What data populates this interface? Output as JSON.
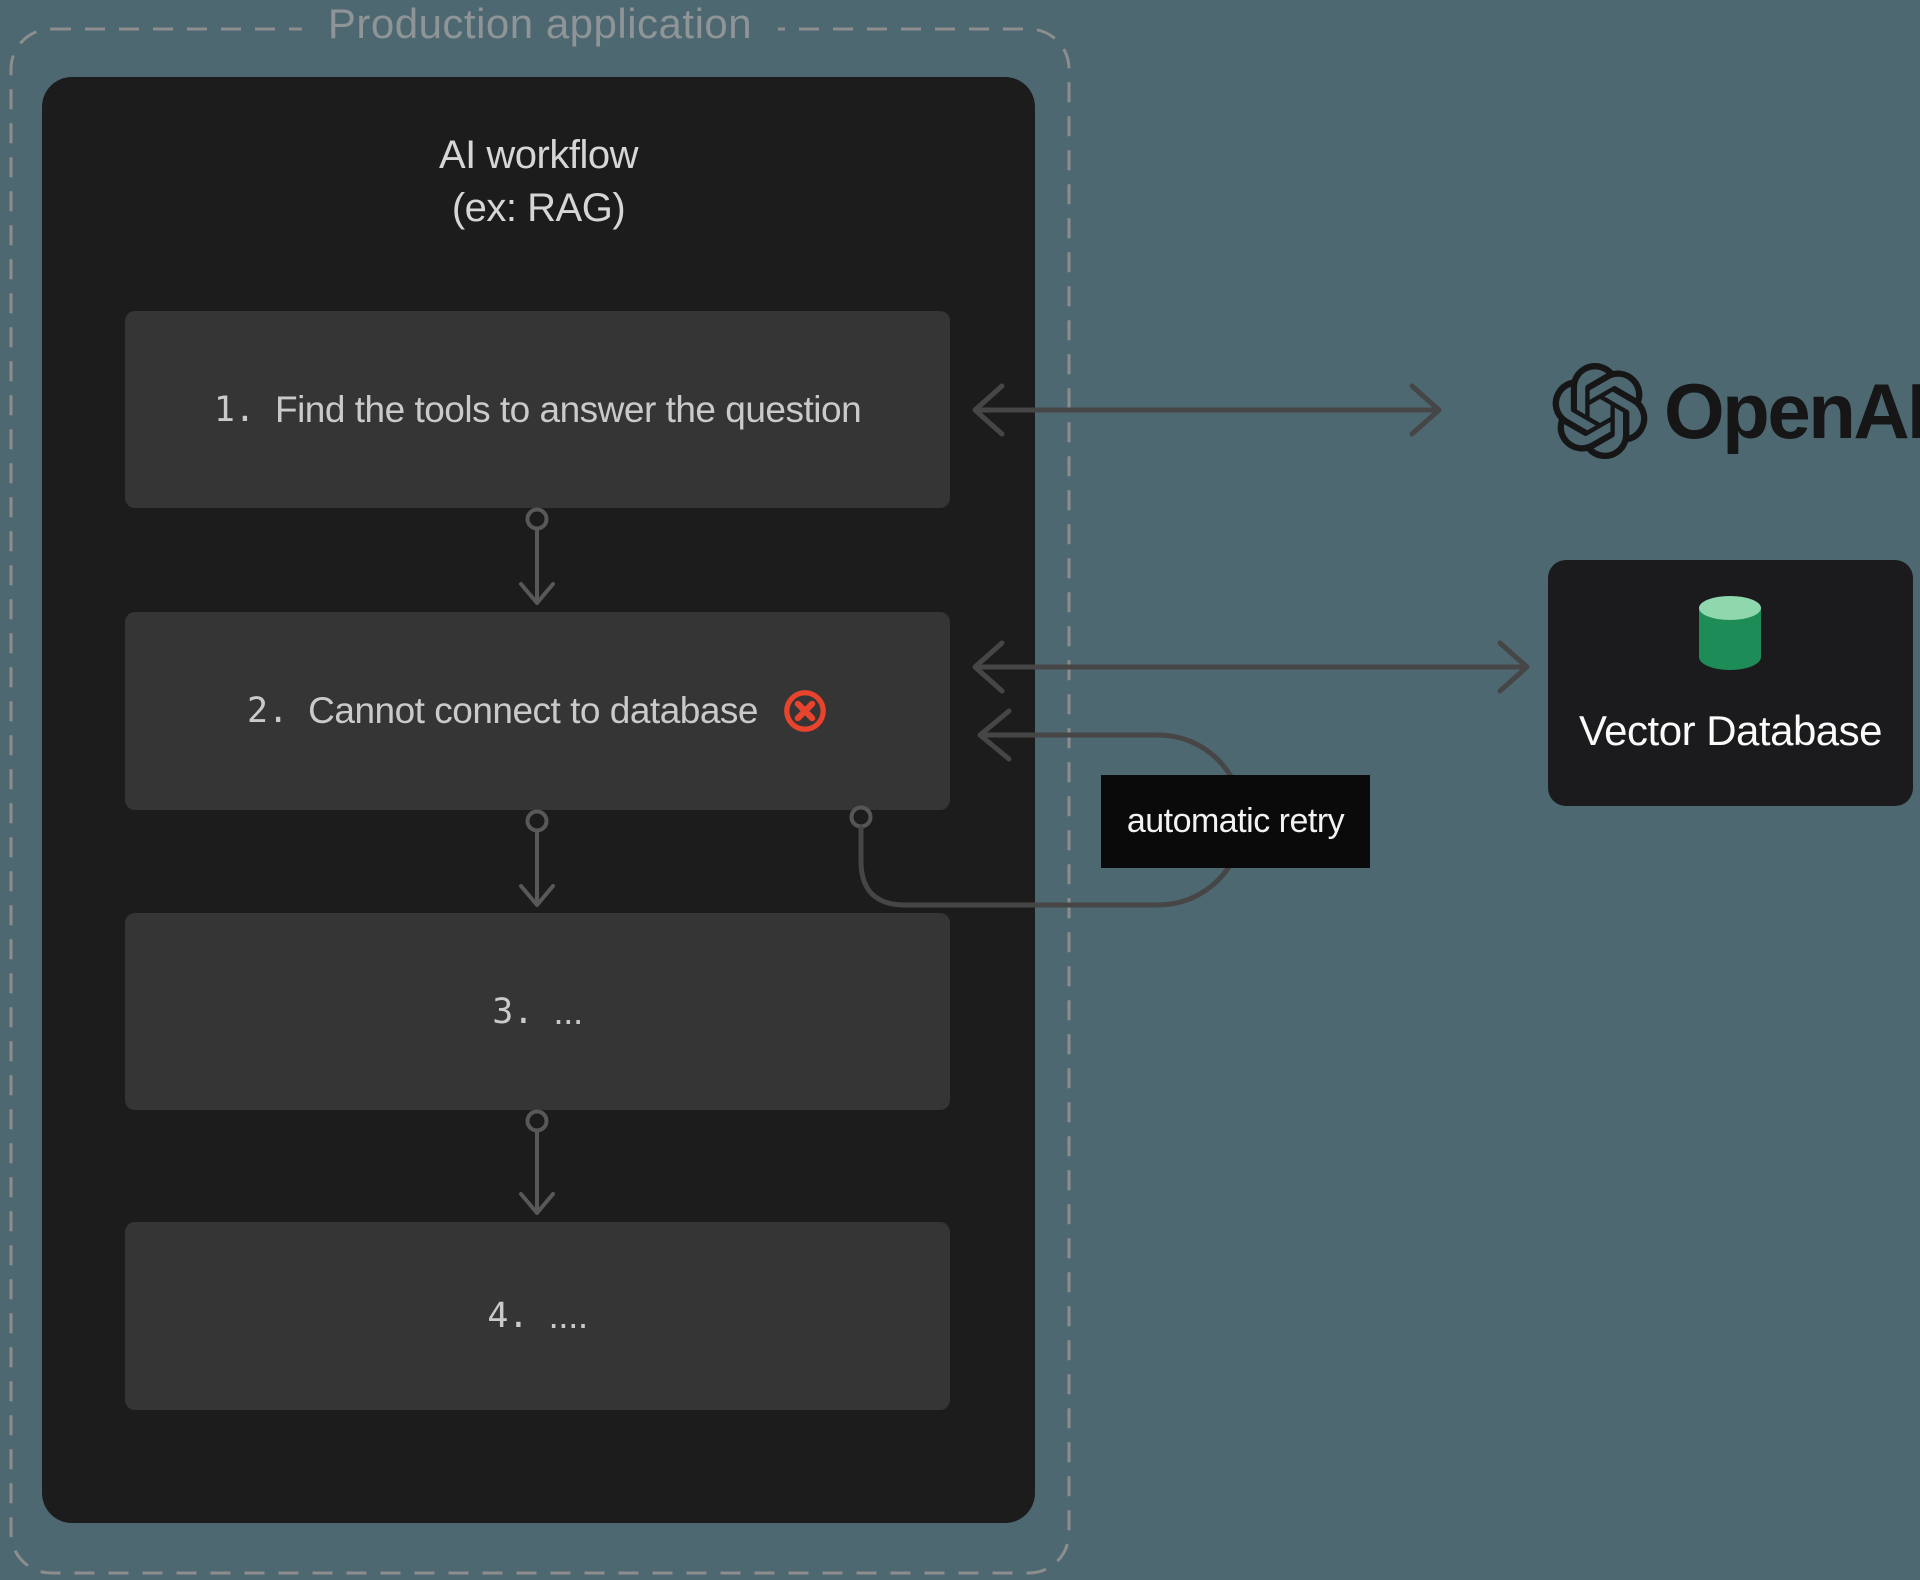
{
  "production_app": {
    "label": "Production application"
  },
  "workflow": {
    "title_line1": "AI workflow",
    "title_line2": "(ex: RAG)",
    "steps": [
      {
        "number": "1.",
        "text": "Find the tools to answer the question",
        "has_error": false
      },
      {
        "number": "2.",
        "text": "Cannot connect to database",
        "has_error": true
      },
      {
        "number": "3.",
        "text": "...",
        "has_error": false
      },
      {
        "number": "4.",
        "text": "....",
        "has_error": false
      }
    ]
  },
  "retry": {
    "label": "automatic retry"
  },
  "services": {
    "openai": {
      "label": "OpenAI",
      "icon": "openai-hexagonal-knot"
    },
    "vector_db": {
      "label": "Vector Database",
      "icon": "database-cylinder"
    }
  },
  "icons": {
    "error": "circle-x",
    "flow_connector": "down-arrow-with-origin-dot",
    "service_link": "double-headed-arrow",
    "retry_path": "loop-arrow"
  },
  "colors": {
    "background_teal": "#4d6871",
    "panel_dark": "#1c1c1d",
    "step_box": "#353535",
    "dashed_border": "#8d8d8d",
    "error_red": "#e8432c",
    "retry_label_bg": "#0a0a0a",
    "cylinder_green": "#1e8c57",
    "cylinder_green_light": "#8fd7ac",
    "arrow_gray": "#464646",
    "openai_black": "#161616"
  }
}
